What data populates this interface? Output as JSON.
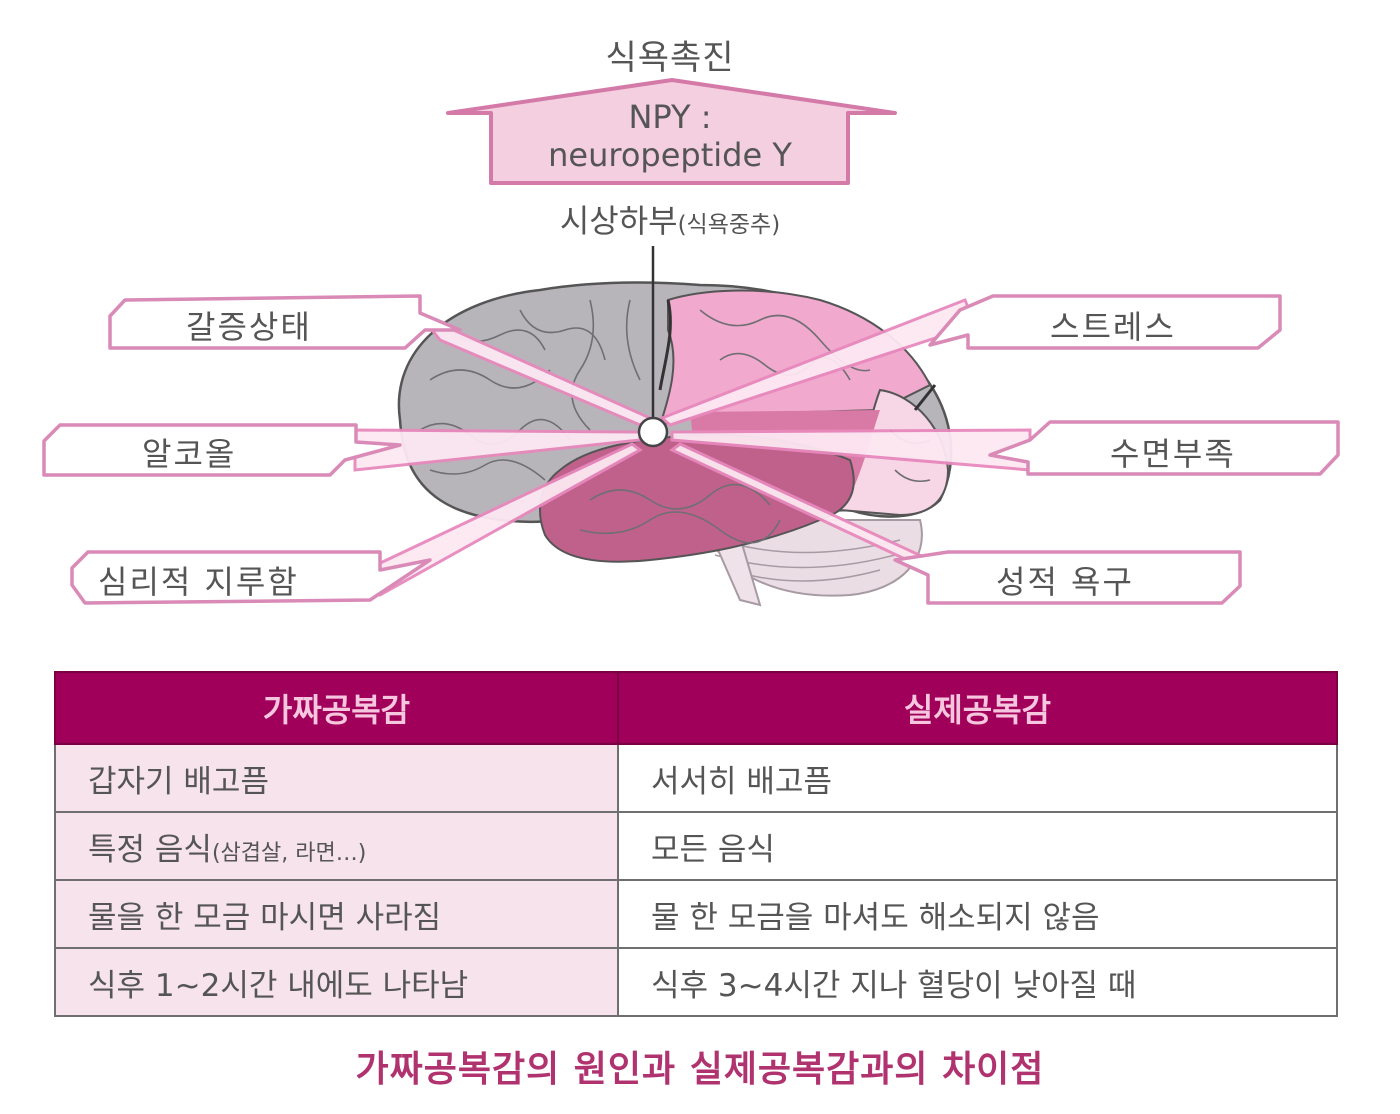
{
  "diagram": {
    "top_label": "식욕촉진",
    "arrow_box": {
      "line1": "NPY :",
      "line2": "neuropeptide Y",
      "fill": "#f4cfe0",
      "stroke": "#d47aa8"
    },
    "center_label": {
      "main": "시상하부",
      "sub": "(식욕중추)"
    },
    "left_factors": [
      {
        "label": "갈증상태"
      },
      {
        "label": "알코올"
      },
      {
        "label": "심리적 지루함"
      }
    ],
    "right_factors": [
      {
        "label": "스트레스"
      },
      {
        "label": "수면부족"
      },
      {
        "label": "성적 욕구"
      }
    ],
    "colors": {
      "callout_border": "#d98ab6",
      "ray": "#e889bd",
      "brain_gray": "#b7b5ba",
      "brain_pink_light": "#f1a9cd",
      "brain_pink_mid": "#d97aa6",
      "brain_pink_dark": "#c0618c",
      "occipital": "#f7d7e6"
    }
  },
  "table": {
    "headers": [
      "가짜공복감",
      "실제공복감"
    ],
    "rows": [
      {
        "fake": "갑자기 배고픔",
        "fake_note": "",
        "real": "서서히 배고픔"
      },
      {
        "fake": "특정 음식",
        "fake_note": "(삼겹살, 라면…)",
        "real": "모든 음식"
      },
      {
        "fake": "물을 한 모금 마시면 사라짐",
        "fake_note": "",
        "real": "물 한 모금을 마셔도 해소되지 않음"
      },
      {
        "fake": "식후 1~2시간 내에도 나타남",
        "fake_note": "",
        "real": "식후 3~4시간 지나 혈당이 낮아질 때"
      }
    ],
    "colors": {
      "header_bg": "#a1005a",
      "header_text": "#f6c6df",
      "fake_col_bg": "#f6e3ec",
      "real_col_bg": "#ffffff"
    }
  },
  "caption": "가짜공복감의 원인과 실제공복감과의 차이점"
}
